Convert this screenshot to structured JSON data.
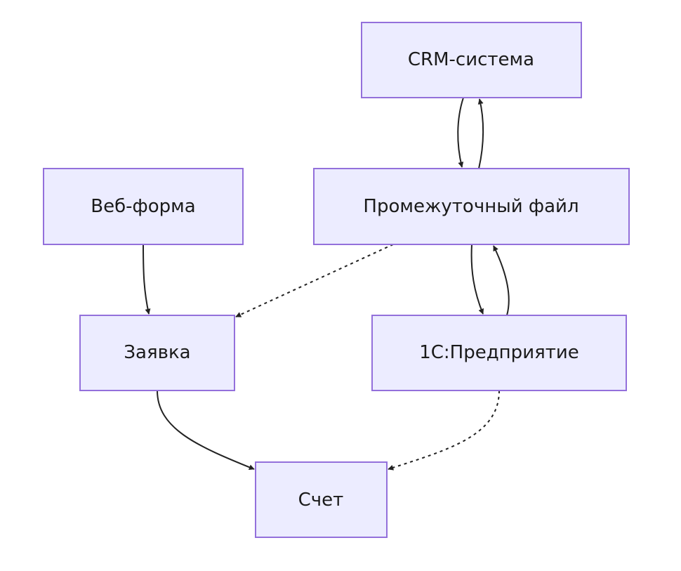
{
  "diagram": {
    "type": "flowchart",
    "colors": {
      "node_fill": "#ECECFF",
      "node_border": "#9370DB",
      "edge": "#222222",
      "text": "#1a1a1a"
    },
    "nodes": [
      {
        "id": "crm",
        "label": "CRM-система"
      },
      {
        "id": "web",
        "label": "Веб-форма"
      },
      {
        "id": "tmp",
        "label": "Промежуточный файл"
      },
      {
        "id": "req",
        "label": "Заявка"
      },
      {
        "id": "onec",
        "label": "1С:Предприятие"
      },
      {
        "id": "inv",
        "label": "Счет"
      }
    ],
    "edges": [
      {
        "from": "crm",
        "to": "tmp",
        "style": "solid"
      },
      {
        "from": "tmp",
        "to": "crm",
        "style": "solid"
      },
      {
        "from": "web",
        "to": "req",
        "style": "solid"
      },
      {
        "from": "tmp",
        "to": "req",
        "style": "dotted"
      },
      {
        "from": "tmp",
        "to": "onec",
        "style": "solid"
      },
      {
        "from": "onec",
        "to": "tmp",
        "style": "solid"
      },
      {
        "from": "req",
        "to": "inv",
        "style": "solid"
      },
      {
        "from": "onec",
        "to": "inv",
        "style": "dotted"
      }
    ]
  }
}
